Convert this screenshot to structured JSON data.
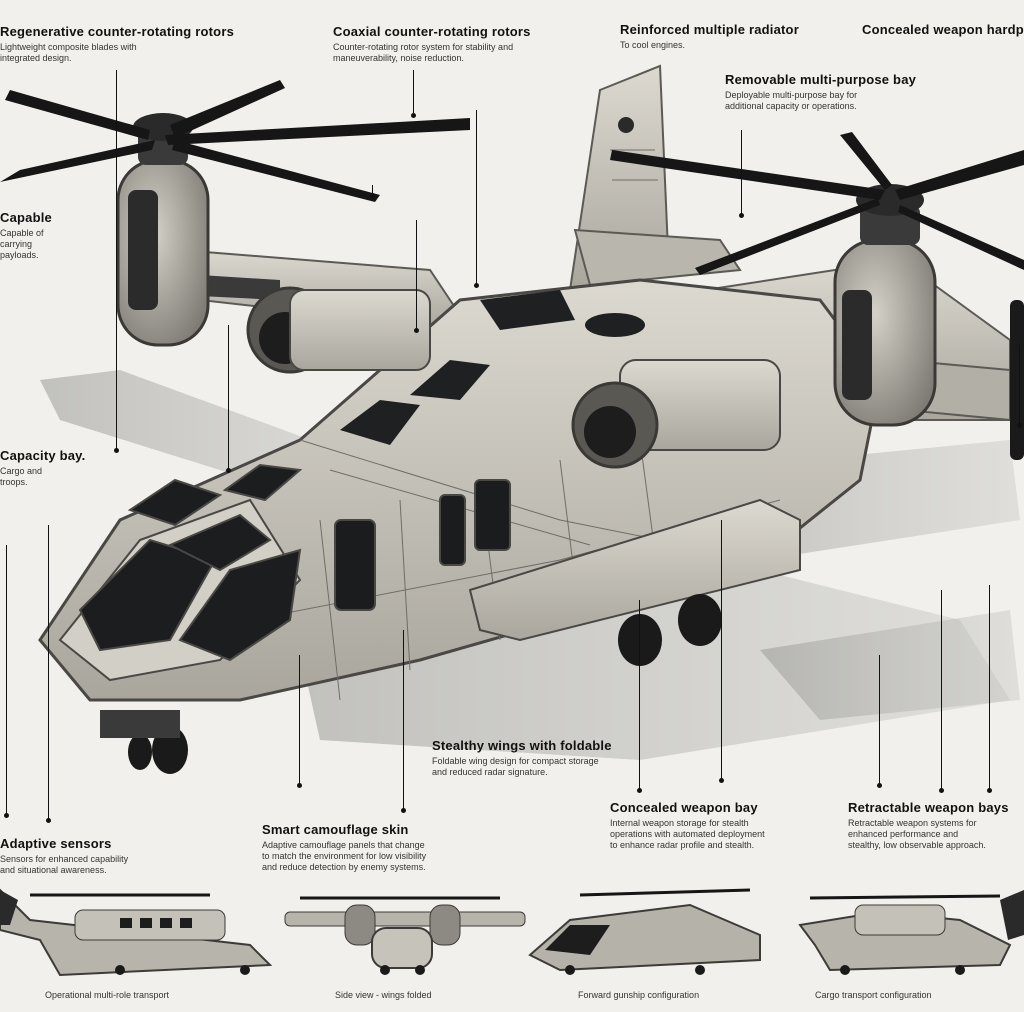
{
  "callouts": [
    {
      "title": "Regenerative counter-rotating rotors",
      "desc": [
        "Lightweight composite blades with",
        "integrated design."
      ]
    },
    {
      "title": "Coaxial counter-rotating rotors",
      "desc": [
        "Counter-rotating rotor system for stability and",
        "maneuverability, noise reduction."
      ]
    },
    {
      "title": "Reinforced multiple radiator",
      "desc": [
        "To cool engines."
      ]
    },
    {
      "title": "Concealed weapon hardpoints",
      "desc": []
    },
    {
      "title": "Removable multi-purpose bay",
      "desc": [
        "Deployable multi-purpose bay for",
        "additional capacity or operations."
      ]
    },
    {
      "title": "Capable",
      "desc": [
        "Capable of",
        "carrying",
        "payloads."
      ]
    },
    {
      "title": "Capacity bay.",
      "desc": [
        "Cargo and",
        "troops."
      ]
    },
    {
      "title": "Stealthy wings with foldable",
      "desc": [
        "Foldable wing design for compact storage",
        "and reduced radar signature."
      ]
    },
    {
      "title": "Concealed weapon bay",
      "desc": [
        "Internal weapon storage for stealth",
        "operations with automated deployment",
        "to enhance radar profile and stealth."
      ]
    },
    {
      "title": "Retractable weapon bays",
      "desc": [
        "Retractable weapon systems for",
        "enhanced performance and",
        "stealthy, low observable approach."
      ]
    },
    {
      "title": "Adaptive sensors",
      "desc": [
        "Sensors for enhanced capability",
        "and situational awareness."
      ]
    },
    {
      "title": "Smart camouflage skin",
      "desc": [
        "Adaptive camouflage panels that change",
        "to match the environment for low visibility",
        "and reduce detection by enemy systems."
      ]
    }
  ],
  "captions": [
    "Operational multi-role transport",
    "Side view - wings folded",
    "Forward gunship configuration",
    "Cargo transport configuration"
  ],
  "colors": {
    "background": "#f1f0ec",
    "hull": "#c9c6bd",
    "hull_dark": "#8f8c84",
    "ink": "#111111",
    "rotor": "#1a1a1a"
  }
}
